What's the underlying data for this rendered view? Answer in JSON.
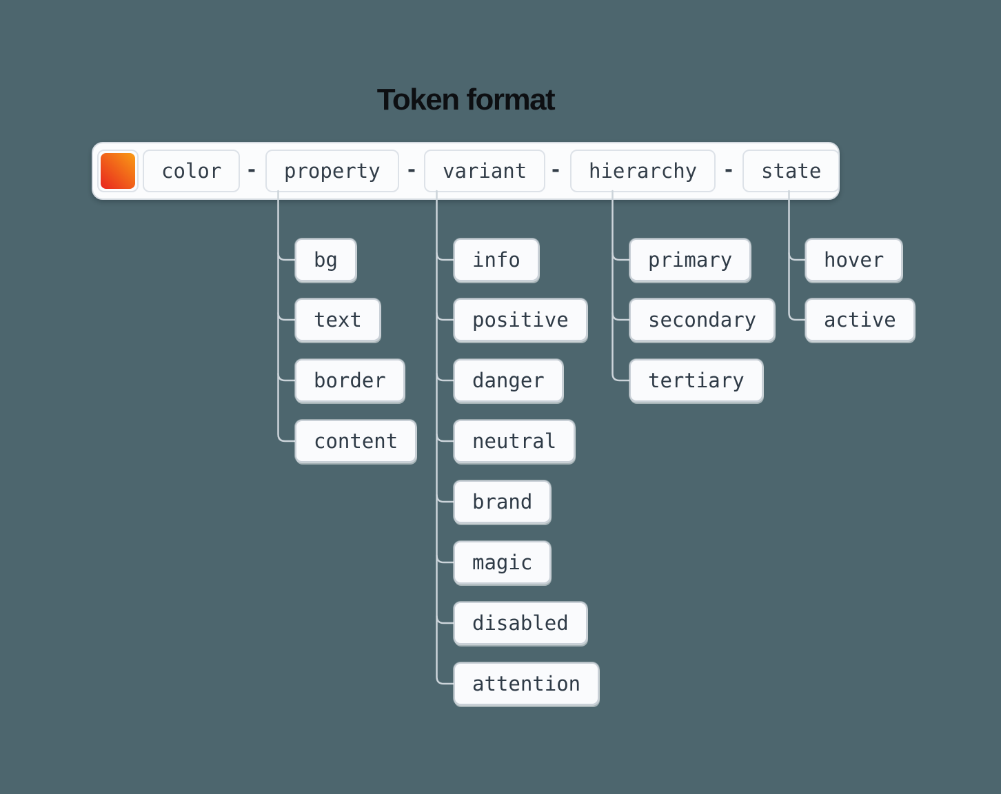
{
  "title": "Token format",
  "token_bar": {
    "swatch": "orange-gradient-color-swatch",
    "separator": "-",
    "segments": [
      "color",
      "property",
      "variant",
      "hierarchy",
      "state"
    ]
  },
  "columns": [
    {
      "parent": "property",
      "children": [
        "bg",
        "text",
        "border",
        "content"
      ]
    },
    {
      "parent": "variant",
      "children": [
        "info",
        "positive",
        "danger",
        "neutral",
        "brand",
        "magic",
        "disabled",
        "attention"
      ]
    },
    {
      "parent": "hierarchy",
      "children": [
        "primary",
        "secondary",
        "tertiary"
      ]
    },
    {
      "parent": "state",
      "children": [
        "hover",
        "active"
      ]
    }
  ],
  "colors": {
    "background": "#4d666e",
    "box_background": "#fafbfd",
    "box_border": "#c9d0d7",
    "text": "#2e3a46",
    "title_text": "#0d0f12",
    "connector": "#ccd4da",
    "swatch_gradient_start": "#e8251f",
    "swatch_gradient_end": "#f99c15"
  }
}
